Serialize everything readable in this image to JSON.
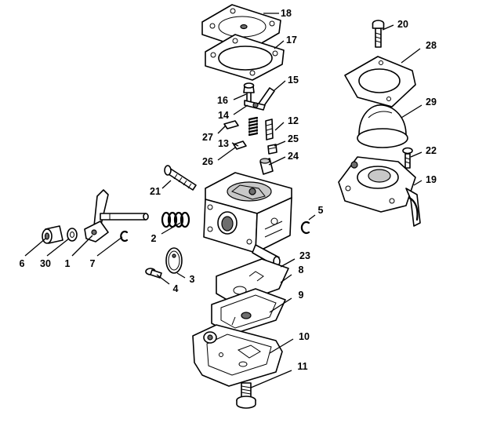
{
  "diagram": {
    "callouts": [
      {
        "id": "18",
        "label": "18"
      },
      {
        "id": "17",
        "label": "17"
      },
      {
        "id": "16",
        "label": "16"
      },
      {
        "id": "15",
        "label": "15"
      },
      {
        "id": "14",
        "label": "14"
      },
      {
        "id": "12",
        "label": "12"
      },
      {
        "id": "27",
        "label": "27"
      },
      {
        "id": "13",
        "label": "13"
      },
      {
        "id": "25",
        "label": "25"
      },
      {
        "id": "26",
        "label": "26"
      },
      {
        "id": "24",
        "label": "24"
      },
      {
        "id": "21",
        "label": "21"
      },
      {
        "id": "2",
        "label": "2"
      },
      {
        "id": "5",
        "label": "5"
      },
      {
        "id": "6",
        "label": "6"
      },
      {
        "id": "30",
        "label": "30"
      },
      {
        "id": "1",
        "label": "1"
      },
      {
        "id": "7",
        "label": "7"
      },
      {
        "id": "3",
        "label": "3"
      },
      {
        "id": "4",
        "label": "4"
      },
      {
        "id": "23",
        "label": "23"
      },
      {
        "id": "8",
        "label": "8"
      },
      {
        "id": "9",
        "label": "9"
      },
      {
        "id": "10",
        "label": "10"
      },
      {
        "id": "11",
        "label": "11"
      },
      {
        "id": "20",
        "label": "20"
      },
      {
        "id": "28",
        "label": "28"
      },
      {
        "id": "29",
        "label": "29"
      },
      {
        "id": "22",
        "label": "22"
      },
      {
        "id": "19",
        "label": "19"
      }
    ]
  }
}
